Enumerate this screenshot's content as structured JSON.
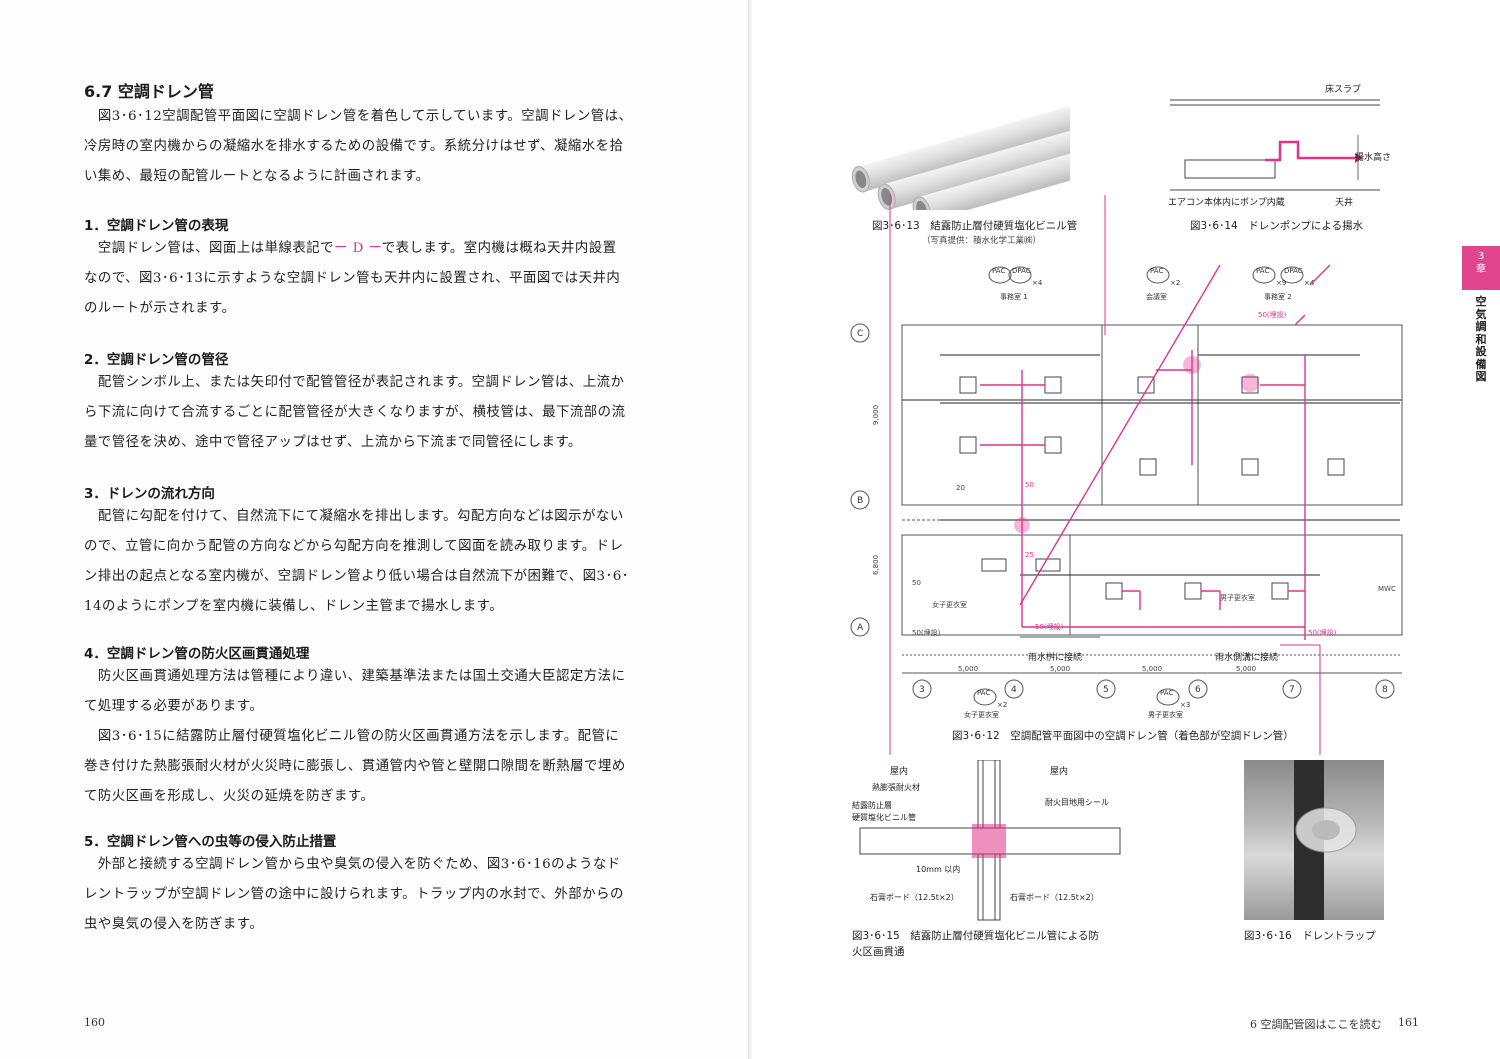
{
  "left_page": {
    "section_title": "6.7 空調ドレン管",
    "intro": [
      "　図3･6･12空調配管平面図に空調ドレン管を着色して示しています。空調ドレン管は、",
      "冷房時の室内機からの凝縮水を排水するための設備です。系統分けはせず、凝縮水を拾",
      "い集め、最短の配管ルートとなるように計画されます。"
    ],
    "sub1_title": "1．空調ドレン管の表現",
    "sub1_line1_pre": "　空調ドレン管は、図面上は単線表記で",
    "sub1_line1_symbol": "ー D ー",
    "sub1_line1_post": "で表します。室内機は概ね天井内設置",
    "sub1_lines": [
      "なので、図3･6･13に示すような空調ドレン管も天井内に設置され、平面図では天井内",
      "のルートが示されます。"
    ],
    "sub2_title": "2．空調ドレン管の管径",
    "sub2_lines": [
      "　配管シンボル上、または矢印付で配管管径が表記されます。空調ドレン管は、上流か",
      "ら下流に向けて合流するごとに配管管径が大きくなりますが、横枝管は、最下流部の流",
      "量で管径を決め、途中で管径アップはせず、上流から下流まで同管径にします。"
    ],
    "sub3_title": "3．ドレンの流れ方向",
    "sub3_lines": [
      "　配管に勾配を付けて、自然流下にて凝縮水を排出します。勾配方向などは図示がない",
      "ので、立管に向かう配管の方向などから勾配方向を推測して図面を読み取ります。ドレ",
      "ン排出の起点となる室内機が、空調ドレン管より低い場合は自然流下が困難で、図3･6･",
      "14のようにポンプを室内機に装備し、ドレン主管まで揚水します。"
    ],
    "sub4_title": "4．空調ドレン管の防火区画貫通処理",
    "sub4_lines": [
      "　防火区画貫通処理方法は管種により違い、建築基準法または国土交通大臣認定方法に",
      "て処理する必要があります。",
      "　図3･6･15に結露防止層付硬質塩化ビニル管の防火区画貫通方法を示します。配管に",
      "巻き付けた熱膨張耐火材が火災時に膨張し、貫通管内や管と壁開口隙間を断熱層で埋め",
      "て防火区画を形成し、火災の延焼を防ぎます。"
    ],
    "sub5_title": "5．空調ドレン管への虫等の侵入防止措置",
    "sub5_lines": [
      "　外部と接続する空調ドレン管から虫や臭気の侵入を防ぐため、図3･6･16のようなド",
      "レントラップが空調ドレン管の途中に設けられます。トラップ内の水封で、外部からの",
      "虫や臭気の侵入を防ぎます。"
    ],
    "page_number": "160"
  },
  "right_page": {
    "fig13_caption": "図3･6･13　結露防止層付硬質塩化ビニル管",
    "fig13_credit": "（写真提供：積水化学工業㈱）",
    "fig14_caption": "図3･6･14　ドレンポンプによる揚水",
    "fig14_labels": {
      "slab": "床スラブ",
      "lift": "揚水高さ",
      "ceiling": "天井",
      "pump": "エアコン本体内にポンプ内蔵"
    },
    "fig12_caption": "図3･6･12　空調配管平面図中の空調ドレン管（着色部が空調ドレン管）",
    "fig12_labels": {
      "room1": "事務室 1",
      "room_meeting": "会議室",
      "room2": "事務室 2",
      "women_locker": "女子更衣室",
      "men_locker": "男子更衣室",
      "rain_basin": "雨水桝に接続",
      "rain_gutter": "雨水側溝に接続",
      "buried": "50(埋設)",
      "grid_rows": [
        "C",
        "B",
        "A"
      ],
      "grid_cols": [
        "3",
        "4",
        "5",
        "6",
        "7",
        "8"
      ],
      "spans": [
        "5,000",
        "5,000",
        "5,000",
        "5,000"
      ],
      "dim_9000": "9,000",
      "dim_6800": "6,800",
      "pac_1c3": "PAC\n1C3",
      "dpac_13": "DPAC\n1-3",
      "pac_1c2": "PAC\n1C2",
      "pac_1c1": "PAC\n1C1",
      "dpac_11": "DPAC\n1-1",
      "pac_1f2": "PAC\n1F2",
      "pac_1f1": "PAC\n1F1",
      "x4": "×4",
      "x2": "×2",
      "x9": "×9",
      "x3": "×3",
      "size_50": "50",
      "size_20": "20",
      "size_25": "25",
      "mwc": "MWC"
    },
    "fig15_caption_l1": "図3･6･15　結露防止層付硬質塩化ビニル管による防",
    "fig15_caption_l2": "火区画貫通",
    "fig15_labels": {
      "indoor_left": "屋内",
      "indoor_right": "屋内",
      "thermal": "熱膨張耐火材",
      "pipe_l1": "結露防止層",
      "pipe_l2": "硬質塩化ビニル管",
      "seal": "耐火目地用シール",
      "gap": "10mm 以内",
      "board_left": "石膏ボード（12.5t×2）",
      "board_right": "石膏ボード（12.5t×2）"
    },
    "fig16_caption": "図3･6･16　ドレントラップ",
    "chapter_tab": "3\n章",
    "chapter_title": "空\n気\n調\n和\n設\n備\n図",
    "running_head": "6 空調配管図はここを読む",
    "page_number": "161"
  },
  "colors": {
    "accent_magenta": "#e0338a",
    "tab_pink": "#e1458e",
    "drawing_gray": "#555555"
  }
}
